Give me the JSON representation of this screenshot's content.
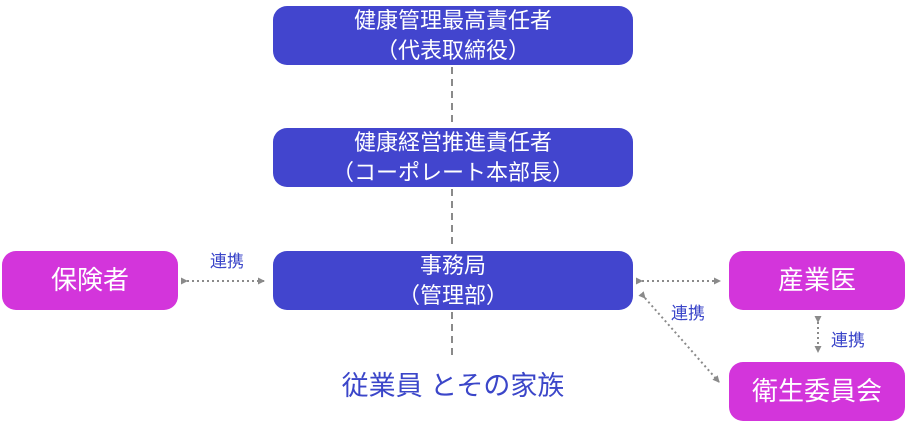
{
  "diagram": {
    "boxes": {
      "chief": {
        "line1": "健康管理最高責任者",
        "line2": "（代表取締役）"
      },
      "promoter": {
        "line1": "健康経営推進責任者",
        "line2": "（コーポレート本部長）"
      },
      "office": {
        "line1": "事務局",
        "line2": "（管理部）"
      },
      "insurer": {
        "label": "保険者"
      },
      "physician": {
        "label": "産業医"
      },
      "committee": {
        "label": "衛生委員会"
      }
    },
    "labels": {
      "link_insurer_office": "連携",
      "link_office_committee": "連携",
      "link_physician_committee": "連携",
      "employees_note": "従業員 とその家族"
    },
    "colors": {
      "box_blue": "#4245ce",
      "box_magenta": "#d335db",
      "text_blue": "#3b46c9",
      "arrow_gray": "#8a8a8a",
      "box_text": "#ffffff",
      "bg": "#ffffff"
    }
  }
}
